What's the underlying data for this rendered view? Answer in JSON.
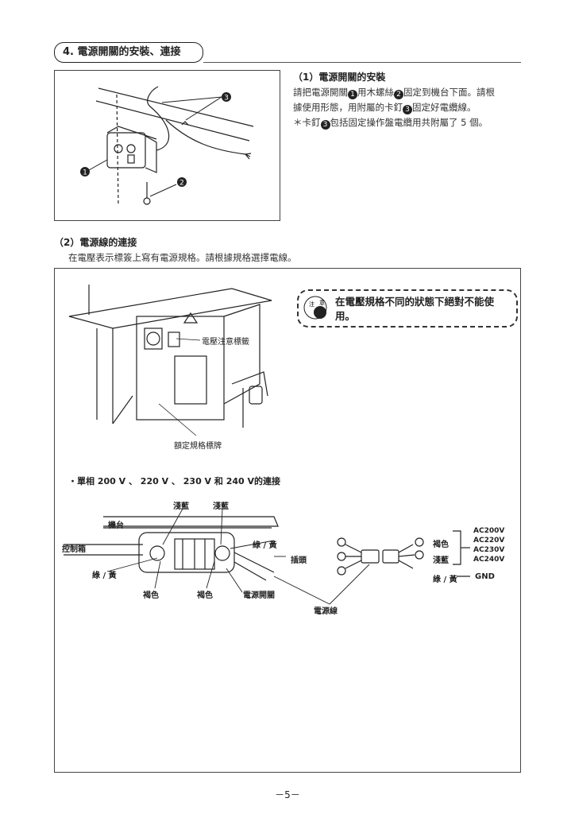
{
  "section": {
    "title": "4. 電源開關的安裝、連接"
  },
  "install": {
    "heading": "（1）電源開關的安裝",
    "line1_a": "請把電源開關",
    "line1_b": "用木螺絲",
    "line1_c": "固定到機台下面。請根",
    "line2_a": "據使用形態，用附屬的卡釘",
    "line2_b": "固定好電纜線。",
    "line3_a": "＊卡釘",
    "line3_b": "包括固定操作盤電纜用共附屬了 5 個。",
    "callouts": [
      "1",
      "2",
      "3"
    ]
  },
  "wiring": {
    "heading": "（2）電源線的連接",
    "intro": "在電壓表示標簽上寫有電源規格。請根據規格選擇電線。",
    "warning_badge_top": "注",
    "warning_badge_right": "意",
    "warning_text_1": "在電壓規格不同的狀態下絕對不能使",
    "warning_text_2": "用。",
    "label_caution": "電壓注意標籤",
    "label_rating": "額定規格標牌",
    "single_phase_heading": "・單相 200 V 、 220 V 、 230 V  和 240 V的連接"
  },
  "diagram": {
    "light_blue_1": "淺藍",
    "light_blue_2": "淺藍",
    "table": "機台",
    "control_box": "控制箱",
    "green_yellow_left": "綠 / 黃",
    "green_yellow_right": "綠 / 黃",
    "plug": "插頭",
    "brown_1": "褐色",
    "brown_2": "褐色",
    "power_switch": "電源開關",
    "power_cord": "電源線",
    "brown_out": "褐色",
    "light_blue_out": "淺藍",
    "voltages": [
      "AC200V",
      "AC220V",
      "AC230V",
      "AC240V"
    ],
    "green_yellow_out": "綠 / 黃",
    "gnd": "GND"
  },
  "footer": {
    "page_number": "－5－"
  }
}
